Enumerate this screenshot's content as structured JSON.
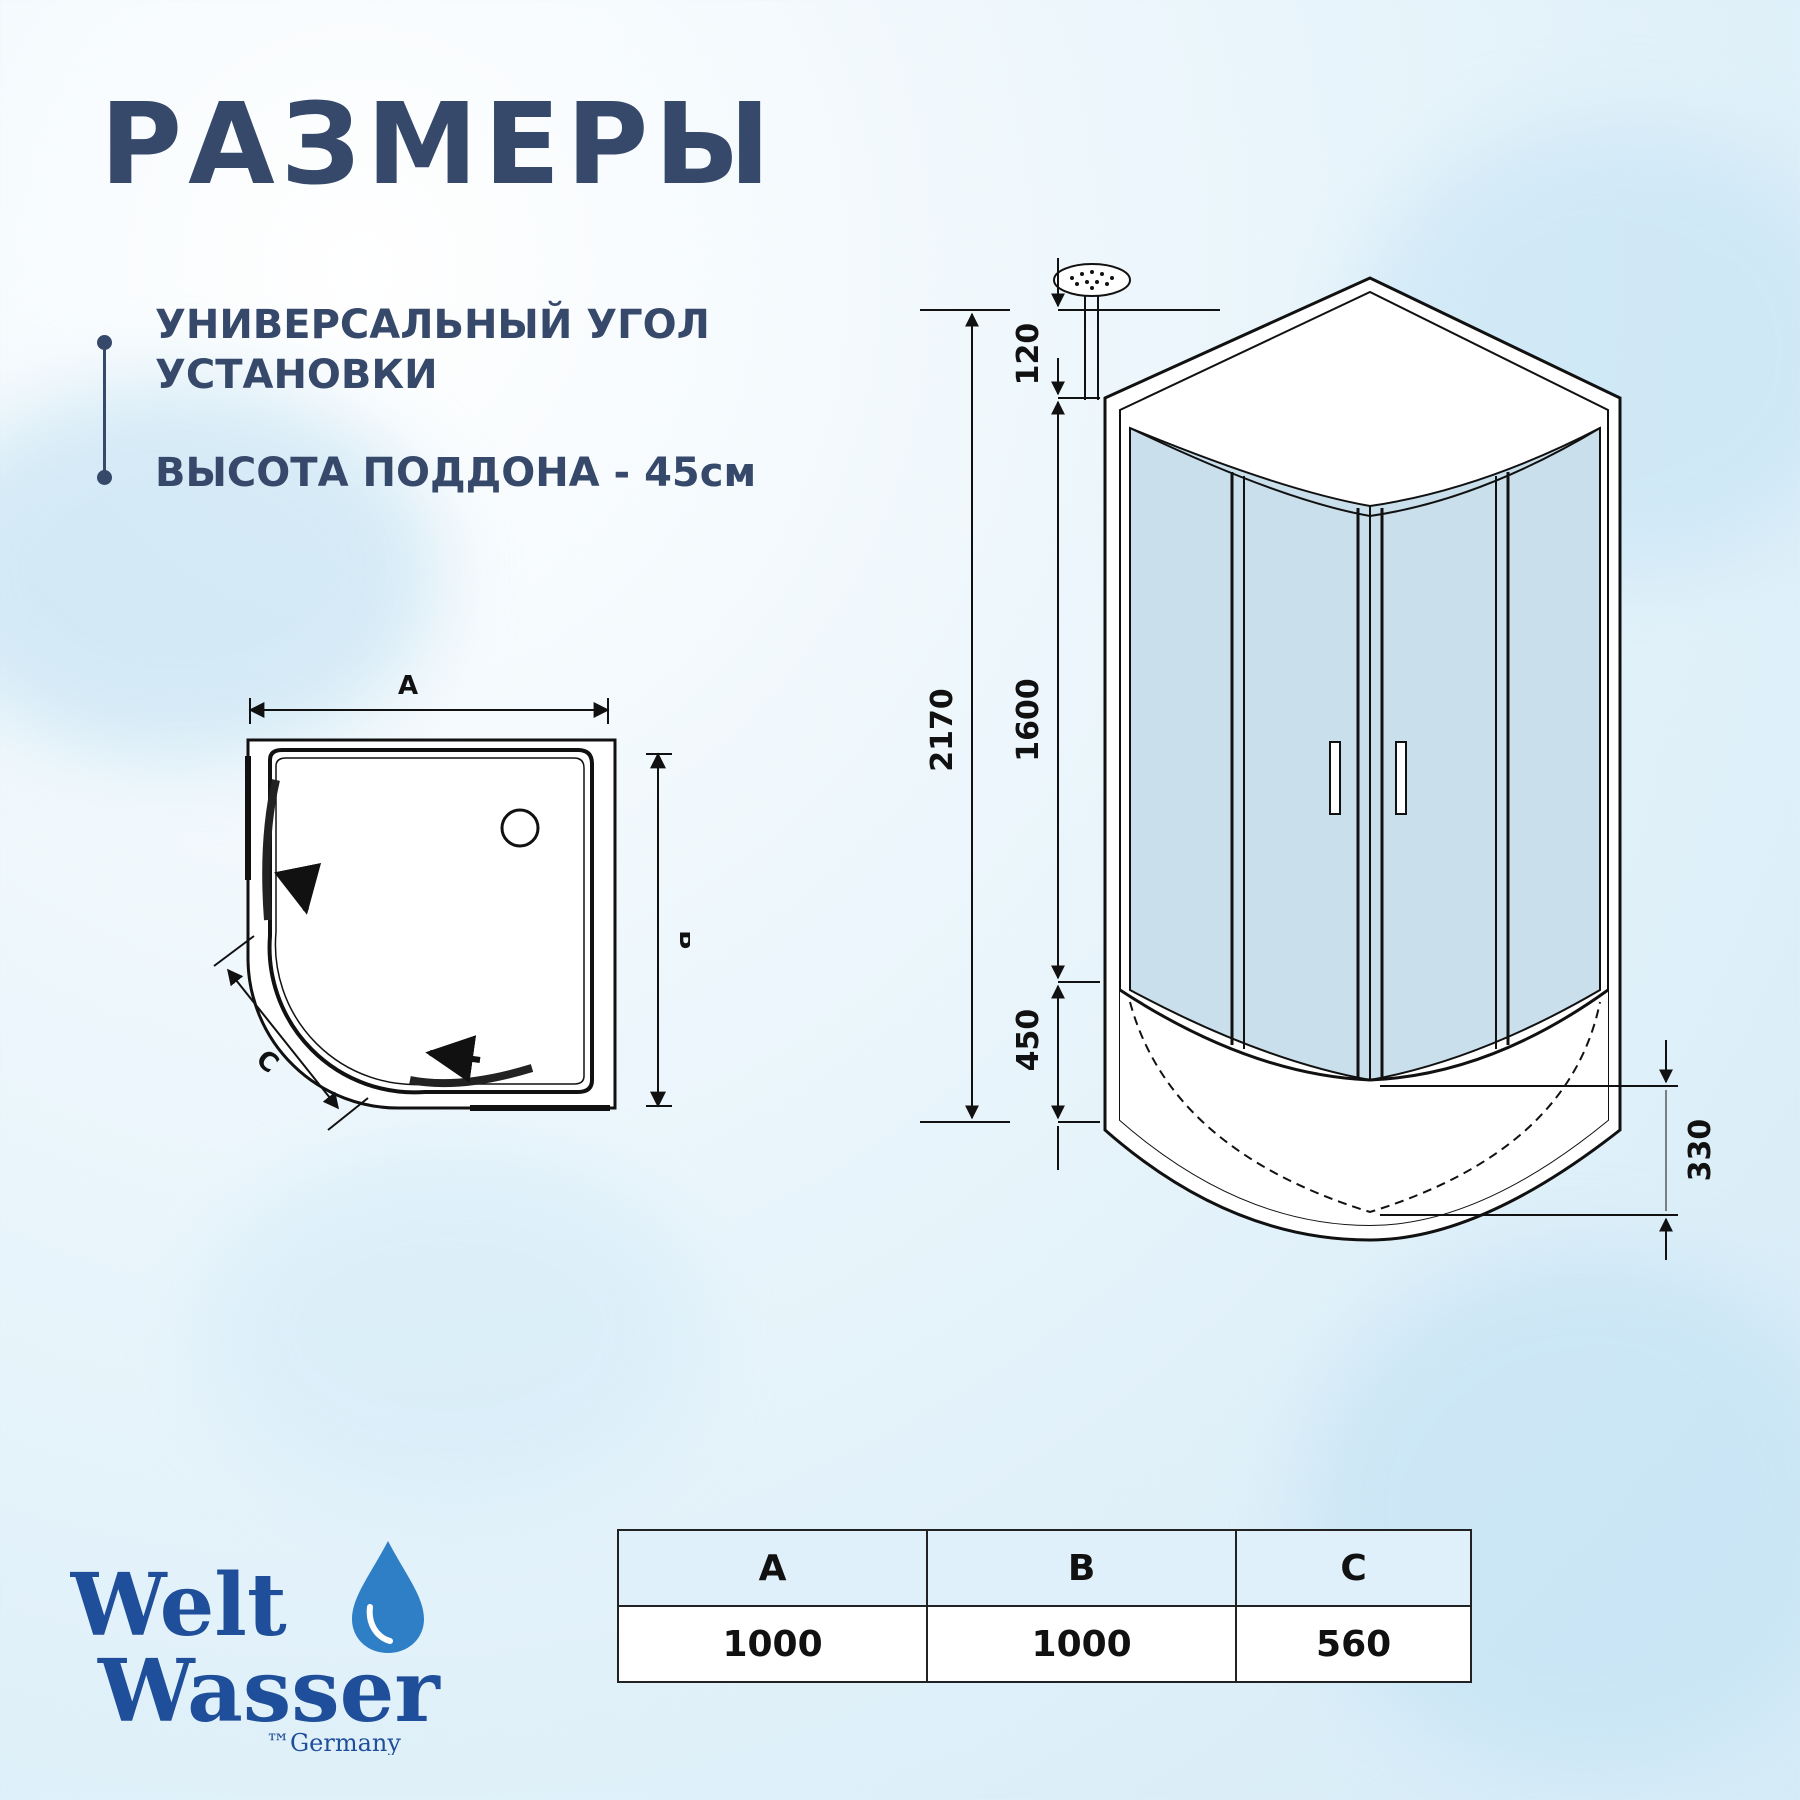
{
  "title": "РАЗМЕРЫ",
  "features": [
    "УНИВЕРСАЛЬНЫЙ УГОЛ УСТАНОВКИ",
    "ВЫСОТА ПОДДОНА - 45см"
  ],
  "plan_diagram": {
    "label_a": "A",
    "label_b": "B",
    "label_c": "C"
  },
  "elevation_diagram": {
    "total_height": "2170",
    "top_height": "120",
    "glass_height": "1600",
    "tray_height": "450",
    "tray_depth": "330"
  },
  "dimension_table": {
    "headers": [
      "A",
      "B",
      "C"
    ],
    "values": [
      "1000",
      "1000",
      "560"
    ]
  },
  "logo": {
    "line1": "Welt",
    "line2": "Wasser",
    "tagline": "™Germany"
  },
  "colors": {
    "heading": "#36496a",
    "glass": "#c9dfeb",
    "logo": "#1f4e9a",
    "table_header": "#dff0fb"
  }
}
